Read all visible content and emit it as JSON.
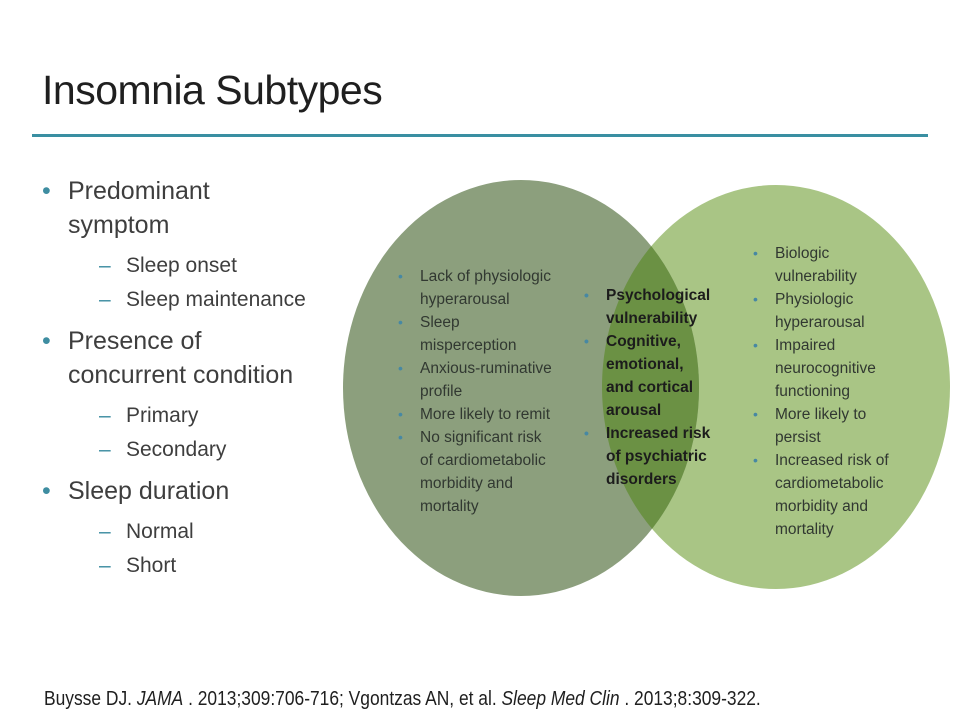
{
  "title": "Insomnia Subtypes",
  "colors": {
    "accent_teal": "#3A8FA2",
    "title_text": "#1F1F1F",
    "body_text": "#3E3E3E",
    "venn_bullet": "#4788A3"
  },
  "outline": {
    "lines": [
      {
        "cls": "oline l1",
        "m": "•",
        "t": "Predominant"
      },
      {
        "cls": "oline l1",
        "m": "",
        "t": "symptom"
      },
      {
        "cls": "oline l2 gap",
        "m": "–",
        "t": "Sleep onset"
      },
      {
        "cls": "oline l2",
        "m": "–",
        "t": "Sleep maintenance"
      },
      {
        "cls": "oline l1 gap",
        "m": "•",
        "t": "Presence of"
      },
      {
        "cls": "oline l1",
        "m": "",
        "t": "concurrent condition"
      },
      {
        "cls": "oline l2 gap",
        "m": "–",
        "t": "Primary"
      },
      {
        "cls": "oline l2",
        "m": "–",
        "t": "Secondary"
      },
      {
        "cls": "oline l1 gap",
        "m": "•",
        "t": "Sleep duration"
      },
      {
        "cls": "oline l2 gap",
        "m": "–",
        "t": "Normal"
      },
      {
        "cls": "oline l2",
        "m": "–",
        "t": "Short"
      }
    ]
  },
  "venn": {
    "colors": {
      "left": "#8C9F7D",
      "right": "#A9C585",
      "overlap": "#6B9144"
    },
    "left": {
      "lines": [
        {
          "m": "•",
          "t": "Lack of physiologic"
        },
        {
          "m": "",
          "t": "hyperarousal"
        },
        {
          "m": "•",
          "t": "Sleep"
        },
        {
          "m": "",
          "t": "misperception"
        },
        {
          "m": "•",
          "t": "Anxious-ruminative"
        },
        {
          "m": "",
          "t": "profile"
        },
        {
          "m": "•",
          "t": "More likely to remit"
        },
        {
          "m": "•",
          "t": "No significant risk"
        },
        {
          "m": "",
          "t": "of cardiometabolic"
        },
        {
          "m": "",
          "t": "morbidity and"
        },
        {
          "m": "",
          "t": "mortality"
        }
      ]
    },
    "middle": {
      "lines": [
        {
          "m": "•",
          "t": "Psychological"
        },
        {
          "m": "",
          "t": "vulnerability"
        },
        {
          "m": "•",
          "t": "Cognitive,"
        },
        {
          "m": "",
          "t": "emotional,"
        },
        {
          "m": "",
          "t": "and cortical"
        },
        {
          "m": "",
          "t": "arousal"
        },
        {
          "m": "•",
          "t": "Increased risk"
        },
        {
          "m": "",
          "t": "of psychiatric"
        },
        {
          "m": "",
          "t": "disorders"
        }
      ]
    },
    "right": {
      "lines": [
        {
          "m": "•",
          "t": "Biologic"
        },
        {
          "m": "",
          "t": "vulnerability"
        },
        {
          "m": "•",
          "t": "Physiologic"
        },
        {
          "m": "",
          "t": "hyperarousal"
        },
        {
          "m": "•",
          "t": "Impaired"
        },
        {
          "m": "",
          "t": "neurocognitive"
        },
        {
          "m": "",
          "t": "functioning"
        },
        {
          "m": "•",
          "t": "More likely to"
        },
        {
          "m": "",
          "t": "persist"
        },
        {
          "m": "•",
          "t": "Increased risk of"
        },
        {
          "m": "",
          "t": "cardiometabolic"
        },
        {
          "m": "",
          "t": "morbidity and"
        },
        {
          "m": "",
          "t": "mortality"
        }
      ]
    }
  },
  "citation": {
    "segments": [
      {
        "cls": "cseg",
        "t": "Buysse DJ. "
      },
      {
        "cls": "cseg it",
        "t": "JAMA"
      },
      {
        "cls": "cseg",
        "t": ". 2013;309:706-716; Vgontzas AN, et al. "
      },
      {
        "cls": "cseg it",
        "t": "Sleep Med Clin"
      },
      {
        "cls": "cseg",
        "t": ". 2013;8:309-322."
      }
    ]
  }
}
